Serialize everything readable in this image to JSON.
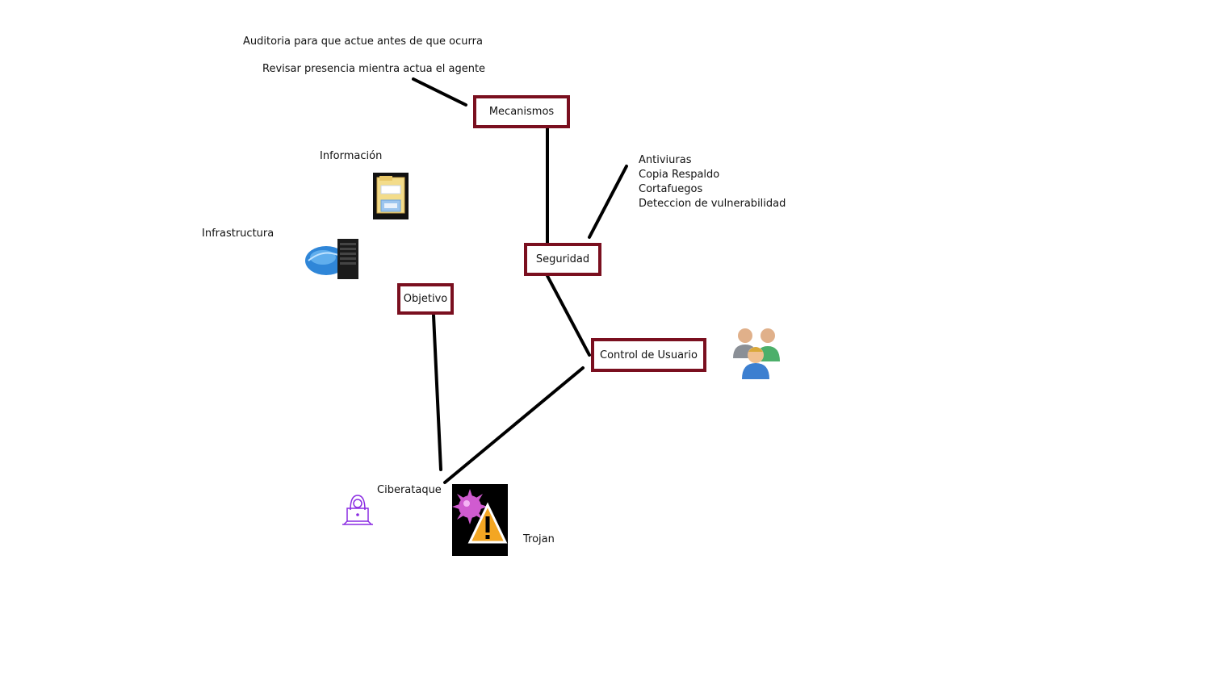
{
  "texts": {
    "auditoria": "Auditoria para que actue antes de que ocurra",
    "revisar": "Revisar presencia mientra actua el agente",
    "informacion": "Información",
    "infraestructura": "Infrastructura",
    "ciberataque": "Ciberataque",
    "trojan": "Trojan"
  },
  "nodes": {
    "mecanismos": "Mecanismos",
    "seguridad": "Seguridad",
    "objetivo": "Objetivo",
    "control": "Control de Usuario"
  },
  "security_list": [
    "Antiviuras",
    "Copia Respaldo",
    "Cortafuegos",
    "Deteccion de vulnerabilidad"
  ],
  "colors": {
    "box_border": "#7a0f1f",
    "line": "#000000",
    "hacker": "#8a2be2"
  },
  "icons": [
    "folder-icon",
    "server-globe-icon",
    "users-icon",
    "hacker-icon",
    "trojan-warning-icon"
  ]
}
